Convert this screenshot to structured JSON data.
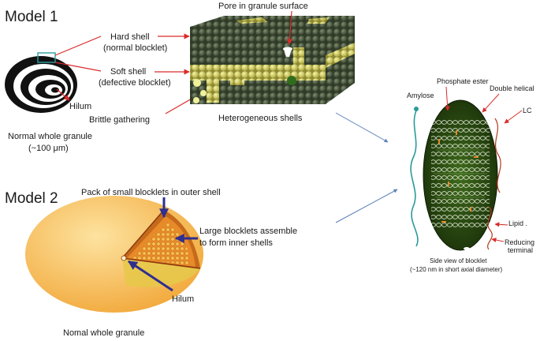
{
  "model1": {
    "title": "Model 1",
    "granule_caption_line1": "Normal whole granule",
    "granule_caption_line2": "(~100 μm)",
    "hilum": "Hilum",
    "hard_shell_line1": "Hard shell",
    "hard_shell_line2": "(normal blocklet)",
    "soft_shell_line1": "Soft shell",
    "soft_shell_line2": "(defective blocklet)",
    "brittle": "Brittle gathering",
    "pore": "Pore in granule surface",
    "shells_caption": "Heterogeneous shells"
  },
  "model2": {
    "title": "Model 2",
    "pack": "Pack of small blocklets in outer shell",
    "large_line1": "Large blocklets assemble",
    "large_line2": "to form inner shells",
    "hilum": "Hilum",
    "caption": "Nomal whole granule"
  },
  "blocklet": {
    "phosphate": "Phosphate ester",
    "double_helical": "Double helical",
    "amylose": "Amylose",
    "lc": "LC",
    "lipid": "Lipid .",
    "reducing_line1": "Reducing",
    "reducing_line2": "terminal",
    "caption_line1": "Side view of blocklet",
    "caption_line2": "(~120 nm in short axial diameter)"
  },
  "colors": {
    "arrow_red": "#d92b2b",
    "arrow_blue": "#2f2f8f",
    "connector_blue": "#5b7fb8",
    "sphere_dark": "#3c4a32",
    "sphere_yellow": "#d8d86a",
    "granule_orange": "#f2b24a",
    "blocklet_green": "#2d4d14",
    "amylose_teal": "#2a9a9a"
  }
}
